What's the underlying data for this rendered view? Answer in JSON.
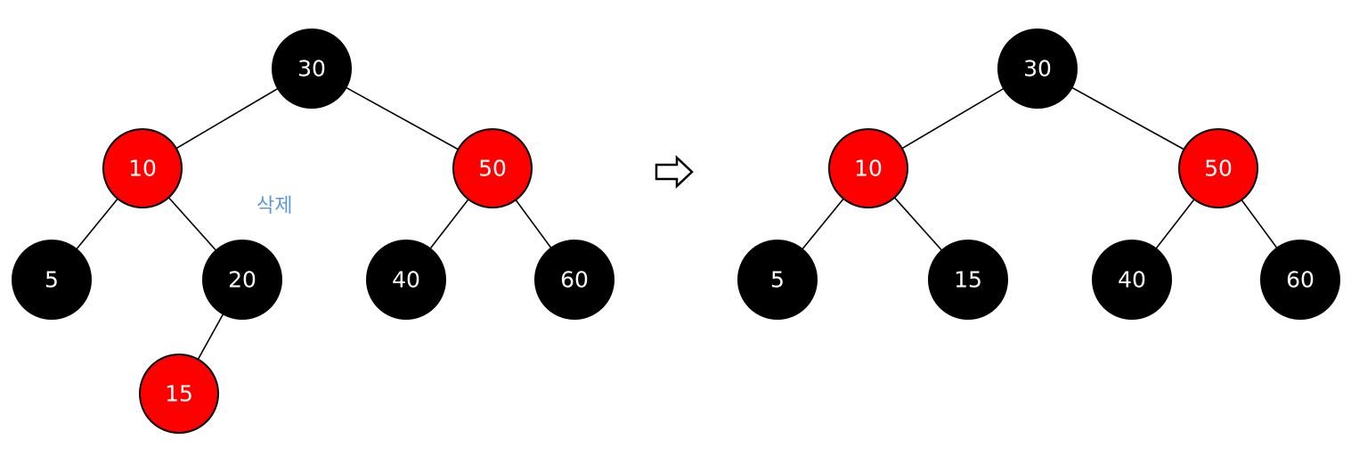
{
  "colors": {
    "black_node": "#000000",
    "red_node": "#ff0000",
    "node_text": "#ffffff",
    "edge": "#000000",
    "annotation": "#5b9bd5"
  },
  "annotation": {
    "text": "삭제"
  },
  "arrow": {
    "icon": "right-arrow-icon"
  },
  "before_tree": {
    "nodes": [
      {
        "id": "b30",
        "value": "30",
        "color": "black"
      },
      {
        "id": "b10",
        "value": "10",
        "color": "red"
      },
      {
        "id": "b50",
        "value": "50",
        "color": "red"
      },
      {
        "id": "b5",
        "value": "5",
        "color": "black"
      },
      {
        "id": "b20",
        "value": "20",
        "color": "black"
      },
      {
        "id": "b40",
        "value": "40",
        "color": "black"
      },
      {
        "id": "b60",
        "value": "60",
        "color": "black"
      },
      {
        "id": "b15",
        "value": "15",
        "color": "red"
      }
    ],
    "edges": [
      [
        "30",
        "10"
      ],
      [
        "30",
        "50"
      ],
      [
        "10",
        "5"
      ],
      [
        "10",
        "20"
      ],
      [
        "50",
        "40"
      ],
      [
        "50",
        "60"
      ],
      [
        "20",
        "15"
      ]
    ]
  },
  "after_tree": {
    "nodes": [
      {
        "id": "a30",
        "value": "30",
        "color": "black"
      },
      {
        "id": "a10",
        "value": "10",
        "color": "red"
      },
      {
        "id": "a50",
        "value": "50",
        "color": "red"
      },
      {
        "id": "a5",
        "value": "5",
        "color": "black"
      },
      {
        "id": "a15",
        "value": "15",
        "color": "black"
      },
      {
        "id": "a40",
        "value": "40",
        "color": "black"
      },
      {
        "id": "a60",
        "value": "60",
        "color": "black"
      }
    ],
    "edges": [
      [
        "30",
        "10"
      ],
      [
        "30",
        "50"
      ],
      [
        "10",
        "5"
      ],
      [
        "10",
        "15"
      ],
      [
        "50",
        "40"
      ],
      [
        "50",
        "60"
      ]
    ]
  }
}
